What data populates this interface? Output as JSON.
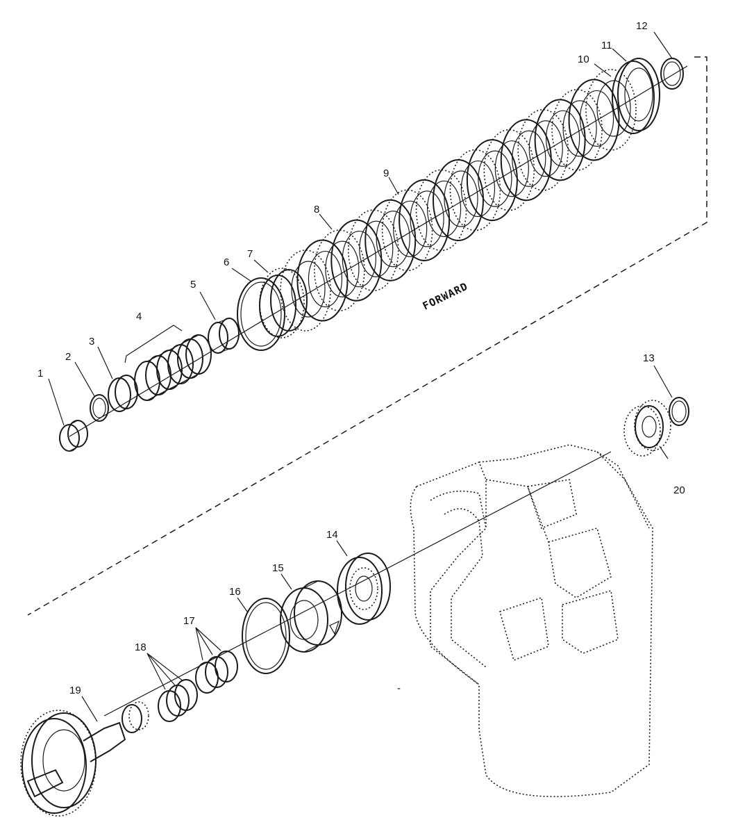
{
  "diagram": {
    "direction_label": "FORWARD",
    "part_numbers": [
      "1",
      "2",
      "3",
      "4",
      "5",
      "6",
      "7",
      "8",
      "9",
      "10",
      "11",
      "12",
      "13",
      "14",
      "15",
      "16",
      "17",
      "18",
      "19",
      "20"
    ]
  }
}
